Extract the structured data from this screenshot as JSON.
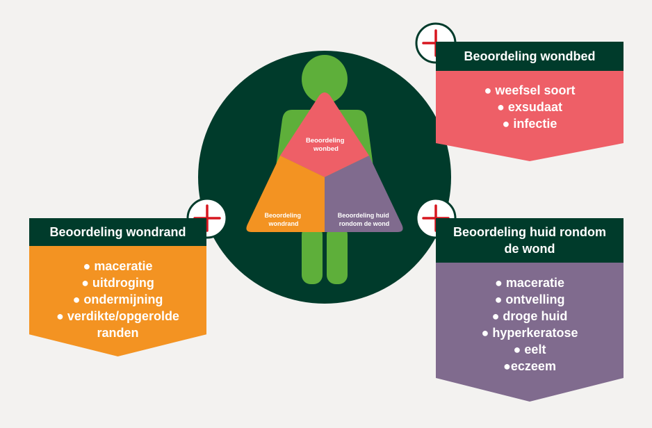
{
  "colors": {
    "background": "#f3f2f0",
    "dark_green": "#003b2b",
    "figure_green": "#5eaf3a",
    "coral": "#ee5f67",
    "orange": "#f39322",
    "purple": "#806b8e",
    "plus_red": "#d7161f"
  },
  "icons": [
    "plus-icon",
    "human-figure-icon"
  ],
  "triangle": {
    "top_label_lines": [
      "Beoordeling",
      "wonbed"
    ],
    "left_label_lines": [
      "Beoordeling",
      "wondrand"
    ],
    "right_label_lines": [
      "Beoordeling huid",
      "rondom de wond"
    ]
  },
  "panels": {
    "wondbed": {
      "title": "Beoordeling wondbed",
      "items": [
        "● weefsel soort",
        "● exsudaat",
        "● infectie"
      ]
    },
    "wondrand": {
      "title": "Beoordeling wondrand",
      "items": [
        "● maceratie",
        "● uitdroging",
        "● ondermijning",
        "● verdikte/opgerolde",
        "randen"
      ]
    },
    "huid": {
      "title_lines": [
        "Beoordeling huid rondom",
        "de wond"
      ],
      "items": [
        "● maceratie",
        "● ontvelling",
        "● droge huid",
        "● hyperkeratose",
        "● eelt",
        "●eczeem"
      ]
    }
  }
}
